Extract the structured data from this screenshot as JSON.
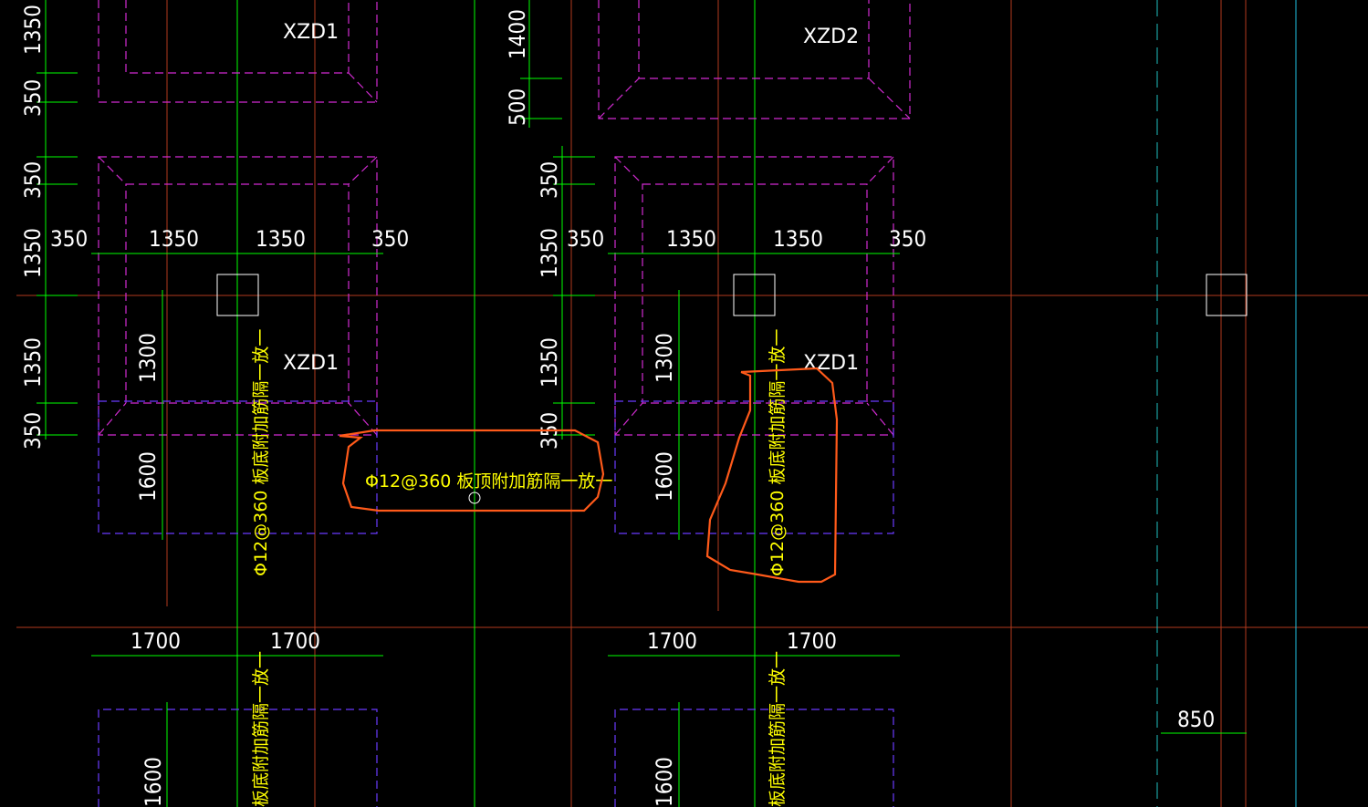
{
  "columns": {
    "xzd1": "XZD1",
    "xzd2": "XZD2"
  },
  "dims": {
    "d350": "350",
    "d1350": "1350",
    "d1400": "1400",
    "d500": "500",
    "d1300": "1300",
    "d1600": "1600",
    "d1700": "1700",
    "d850": "850"
  },
  "rebar": {
    "top_note": "Φ12@360 板顶附加筋隔一放一",
    "bottom_note_full": "Φ12@360 板底附加筋隔一放一",
    "bottom_note_part": "板底附加筋隔一放一"
  },
  "colors": {
    "background": "#000000",
    "grid_axis": "#b23a1e",
    "dimension": "#00ff00",
    "column_cap_top": "#d12bd1",
    "column_cap_bottom": "#6a3bff",
    "rebar_text": "#ffff00",
    "markup": "#ff5a1a"
  }
}
